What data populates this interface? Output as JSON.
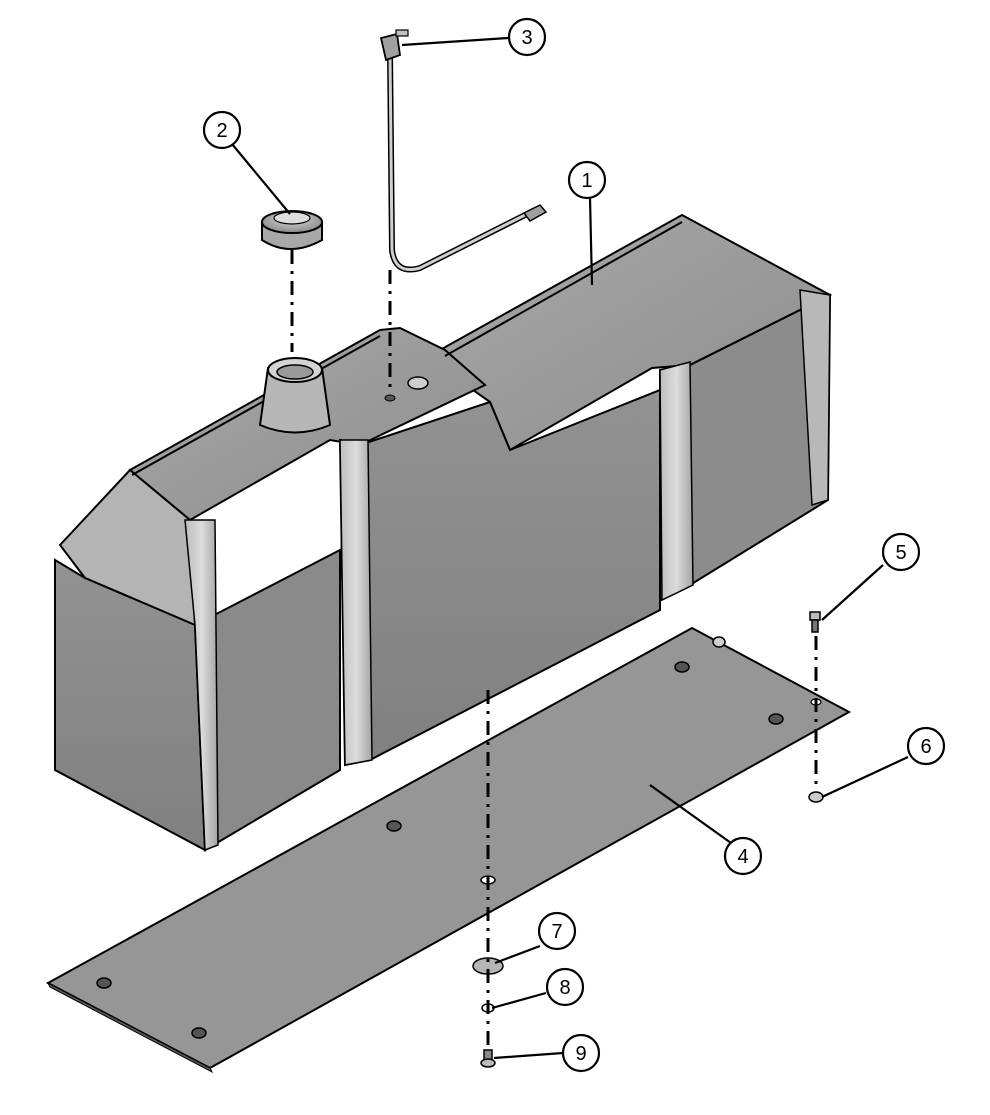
{
  "diagram": {
    "type": "exploded-parts-view",
    "callouts": [
      {
        "number": "1",
        "part": "tank"
      },
      {
        "number": "2",
        "part": "cap"
      },
      {
        "number": "3",
        "part": "vent-hose-assembly"
      },
      {
        "number": "4",
        "part": "mounting-plate"
      },
      {
        "number": "5",
        "part": "bolt"
      },
      {
        "number": "6",
        "part": "nut"
      },
      {
        "number": "7",
        "part": "washer"
      },
      {
        "number": "8",
        "part": "lock-washer"
      },
      {
        "number": "9",
        "part": "screw"
      }
    ],
    "colors": {
      "tank_fill": "#8e8e8e",
      "tank_highlight": "#c4c4c4",
      "plate_fill": "#939393",
      "outline": "#000000",
      "background": "#ffffff"
    }
  }
}
